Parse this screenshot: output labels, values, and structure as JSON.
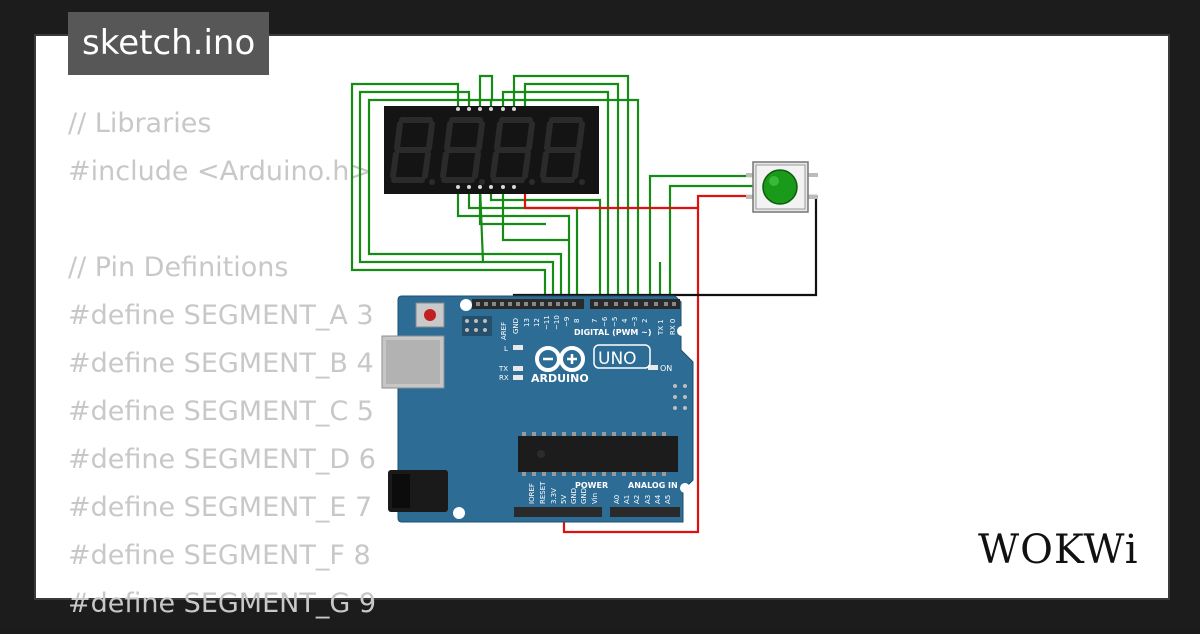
{
  "title": "sketch.ino",
  "code_lines": [
    "// Libraries",
    "#include <Arduino.h>",
    "",
    "// Pin Definitions",
    "#define SEGMENT_A 3",
    "#define SEGMENT_B 4",
    "#define SEGMENT_C 5",
    "#define SEGMENT_D 6",
    "#define SEGMENT_E 7",
    "#define SEGMENT_F 8",
    "#define SEGMENT_G 9"
  ],
  "board": {
    "brand": "ARDUINO",
    "model": "UNO",
    "labels": {
      "digital": "DIGITAL (PWM ~)",
      "power": "POWER",
      "analog": "ANALOG IN",
      "on": "ON",
      "l": "L",
      "tx": "TX",
      "rx": "RX",
      "aref": "AREF",
      "gnd": "GND",
      "pins_top": [
        "13",
        "12",
        "~11",
        "~10",
        "~9",
        "8",
        "7",
        "~6",
        "~5",
        "4",
        "~3",
        "2",
        "TX 1",
        "RX 0"
      ],
      "pins_power": [
        "IOREF",
        "RESET",
        "3.3V",
        "5V",
        "GND",
        "GND",
        "Vin"
      ],
      "pins_analog": [
        "A0",
        "A1",
        "A2",
        "A3",
        "A4",
        "A5"
      ]
    }
  },
  "components": {
    "display": "7-segment display (4 digits)",
    "button": "pushbutton-green"
  },
  "colors": {
    "board_blue": "#2d6c95",
    "wire_green": "#168c16",
    "wire_red": "#e01010",
    "wire_black": "#111111",
    "button_green": "#1a9a1a"
  },
  "logo_text": "WOKWi"
}
